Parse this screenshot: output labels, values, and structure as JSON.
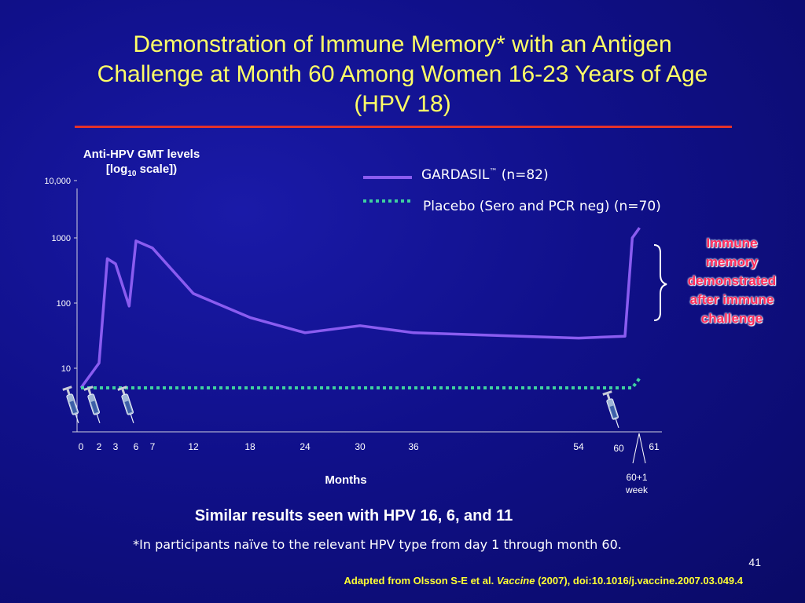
{
  "slide": {
    "title_line1": "Demonstration of Immune Memory* with an Antigen",
    "title_line2": "Challenge at Month 60 Among Women 16-23 Years of Age",
    "title_line3": "(HPV 18)",
    "ylabel_line1": "Anti-HPV GMT levels",
    "ylabel_line2_pre": "[log",
    "ylabel_line2_sub": "10",
    "ylabel_line2_post": " scale])",
    "annotation": [
      "Immune",
      "memory",
      "demonstrated",
      "after immune",
      "challenge"
    ],
    "week_label_line1": "60+1",
    "week_label_line2": "week",
    "similar_results": "Similar results seen with HPV 16, 6, and 11",
    "footnote": "*In participants naïve to the relevant HPV type from day 1 through month 60.",
    "page_number": "41",
    "citation_pre": "Adapted from Olsson S-E et al. ",
    "citation_journal": "Vaccine",
    "citation_post": " (2007), doi:10.1016/j.vaccine.2007.03.049.4",
    "colors": {
      "title": "#ffff66",
      "rule": "#e4322b",
      "gardasil_line": "#8a5cf0",
      "placebo_line": "#3fd0a0",
      "annotation": "#ff2a5a",
      "citation": "#ffff33"
    },
    "icons": [
      "syringe-icon"
    ]
  },
  "chart_data": {
    "type": "line",
    "y_scale": "log",
    "ylim": [
      1,
      10000
    ],
    "y_ticks": [
      {
        "value": 10000,
        "label": "10,000"
      },
      {
        "value": 1000,
        "label": "1000"
      },
      {
        "value": 100,
        "label": "100"
      },
      {
        "value": 10,
        "label": "10"
      }
    ],
    "x_tick_labels": [
      "0",
      "2",
      "3",
      "6",
      "7",
      "12",
      "18",
      "24",
      "30",
      "36",
      "54",
      "60",
      "61"
    ],
    "xlabel": "Months",
    "legend": {
      "gardasil_name": "GARDASIL",
      "gardasil_tm": "™",
      "gardasil_n": " (n=82)",
      "placebo_label": "Placebo (Sero and PCR neg) (n=70)"
    },
    "series": [
      {
        "name": "GARDASIL™ (n=82)",
        "style": "solid",
        "points": [
          {
            "x": 0,
            "y": 5
          },
          {
            "x": 2,
            "y": 12
          },
          {
            "x": 2.5,
            "y": 480
          },
          {
            "x": 3,
            "y": 400
          },
          {
            "x": 5,
            "y": 90
          },
          {
            "x": 6,
            "y": 900
          },
          {
            "x": 7,
            "y": 700
          },
          {
            "x": 12,
            "y": 140
          },
          {
            "x": 18,
            "y": 60
          },
          {
            "x": 24,
            "y": 35
          },
          {
            "x": 30,
            "y": 45
          },
          {
            "x": 36,
            "y": 35
          },
          {
            "x": 54,
            "y": 29
          },
          {
            "x": 60,
            "y": 31
          },
          {
            "x": 60.25,
            "y": 1000
          },
          {
            "x": 60.5,
            "y": 1500
          }
        ]
      },
      {
        "name": "Placebo (Sero and PCR neg) (n=70)",
        "style": "dotted",
        "points": [
          {
            "x": 0,
            "y": 5
          },
          {
            "x": 54,
            "y": 5
          },
          {
            "x": 60,
            "y": 5
          },
          {
            "x": 60.25,
            "y": 5
          },
          {
            "x": 60.5,
            "y": 7
          }
        ]
      }
    ],
    "injection_months": [
      0,
      2,
      6,
      60
    ],
    "challenge_marker_month": 61
  }
}
